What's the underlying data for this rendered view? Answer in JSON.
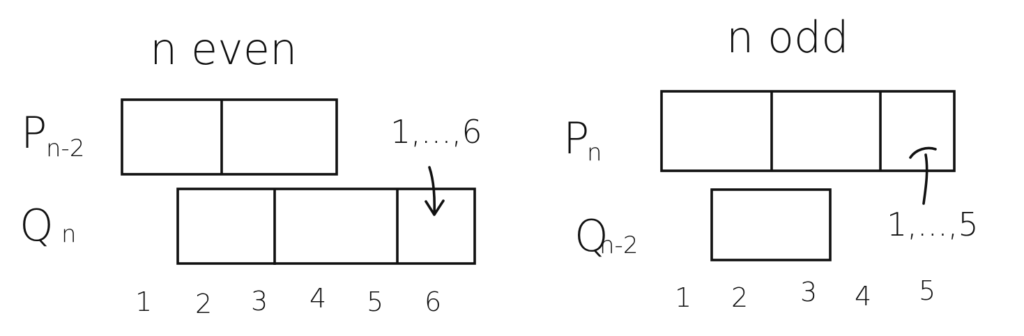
{
  "left_panel": {
    "heading": "n even",
    "top_row_label": {
      "main": "P",
      "sub": "n-2"
    },
    "bottom_row_label": {
      "main": "Q",
      "sub": "n"
    },
    "range_annotation": "1,...,6",
    "column_numbers": [
      "1",
      "2",
      "3",
      "4",
      "5",
      "6"
    ]
  },
  "right_panel": {
    "heading": "n odd",
    "top_row_label": {
      "main": "P",
      "sub": "n"
    },
    "bottom_row_label": {
      "main": "Q",
      "sub": "n-2"
    },
    "range_annotation": "1,...,5",
    "column_numbers": [
      "1",
      "2",
      "3",
      "4",
      "5"
    ]
  }
}
